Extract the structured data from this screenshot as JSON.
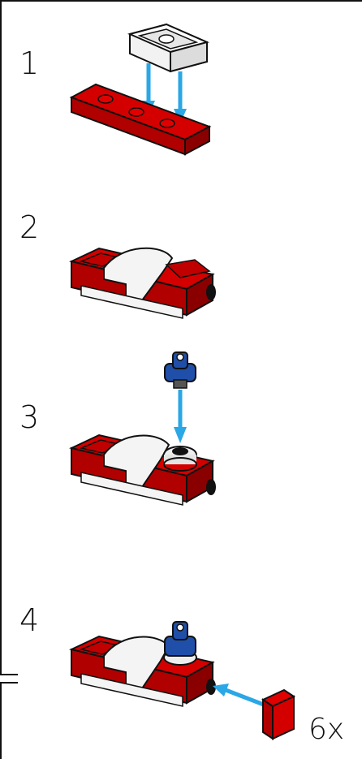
{
  "steps": [
    {
      "number": "1"
    },
    {
      "number": "2"
    },
    {
      "number": "3"
    },
    {
      "number": "4"
    }
  ],
  "parts_callout": {
    "quantity": "6x"
  },
  "colors": {
    "brick_red": "#cc0000",
    "brick_dark_red": "#8a0000",
    "white_part": "#f2f2f2",
    "blue_part": "#1f4fa8",
    "arrow_blue": "#2aa7e6",
    "outline": "#111111"
  }
}
